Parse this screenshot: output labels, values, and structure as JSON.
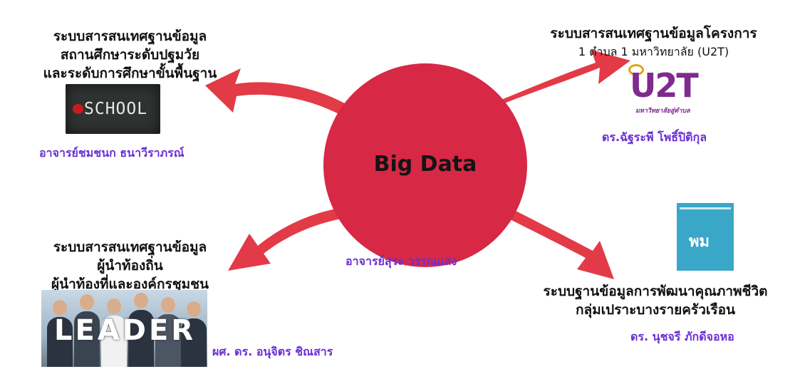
{
  "center": {
    "label": "Big Data",
    "presenter": "อาจารย์สุระ วรรณแสง",
    "color": "#d72845"
  },
  "arrow_color": "#e23a47",
  "top_left": {
    "title_line1": "ระบบสารสนเทศฐานข้อมูล",
    "title_line2": "สถานศึกษาระดับปฐมวัย",
    "title_line3": "และระดับการศึกษาขั้นพื้นฐาน",
    "image_text": "SCHOOL",
    "person": "อาจารย์ชมชนก ธนาวีราภรณ์"
  },
  "top_right": {
    "title_line1": "ระบบสารสนเทศฐานข้อมูลโครงการ",
    "title_line2": "1 ตำบล 1 มหาวิทยาลัย (U2T)",
    "logo_text": "U2T",
    "logo_sub": "มหาวิทยาลัยสู่ตำบล",
    "person": "ดร.ฉัฐระพี โพธิ์ปิติกุล"
  },
  "bottom_left": {
    "title_line1": "ระบบสารสนเทศฐานข้อมูล",
    "title_line2": "ผู้นำท้องถิ่น",
    "title_line3": "ผู้นำท้องที่และองค์กรชุมชน",
    "image_text": "LEADER",
    "person": "ผศ. ดร. อนุจิตร ชิณสาร"
  },
  "bottom_right": {
    "title_line1": "ระบบฐานข้อมูลการพัฒนาคุณภาพชีวิต",
    "title_line2": "กลุ่มเปราะบางรายครัวเรือน",
    "image_text": "พม",
    "person": "ดร. นุชจรี ภักดีจอหอ"
  }
}
